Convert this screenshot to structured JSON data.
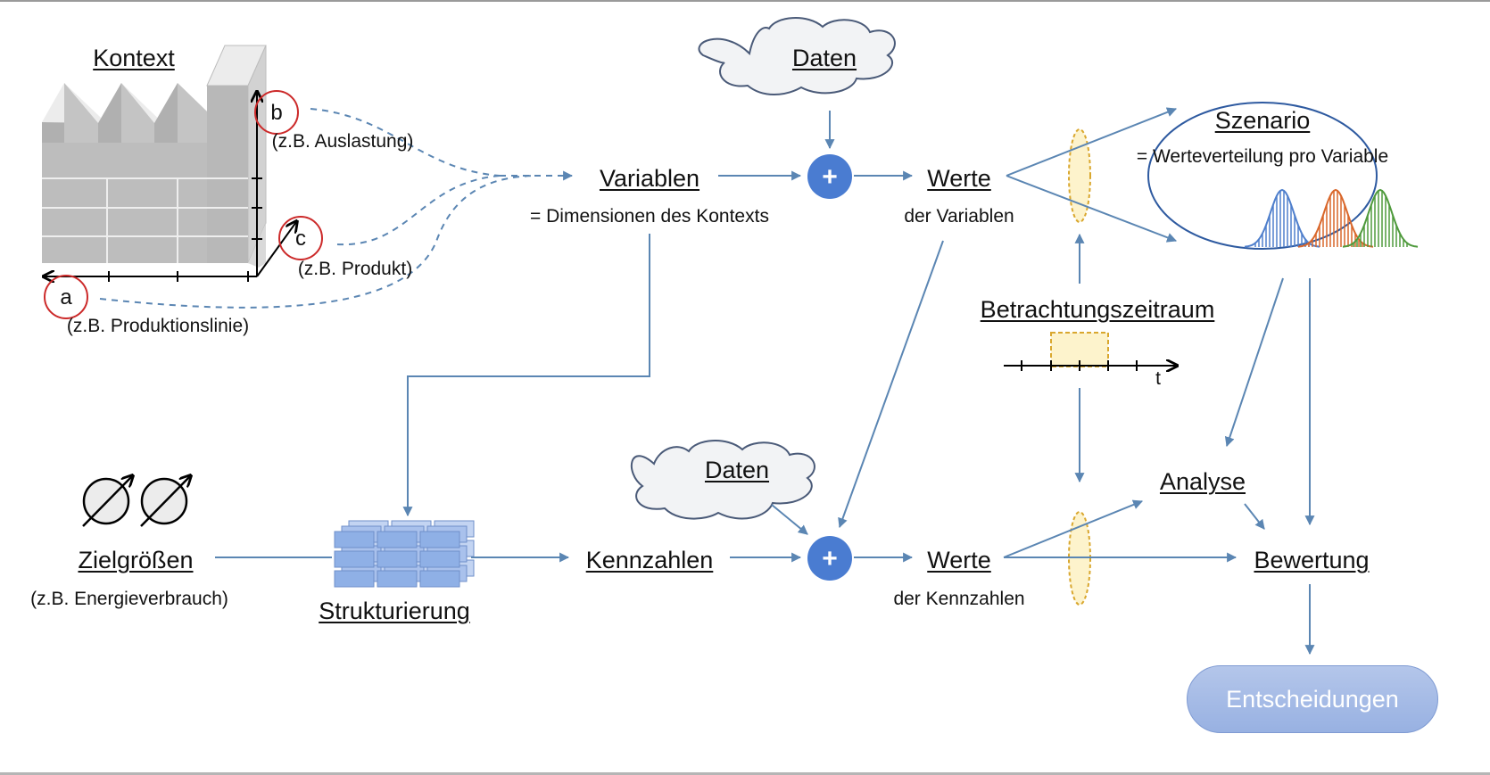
{
  "labels": {
    "kontext": "Kontext",
    "daten_top": "Daten",
    "variablen": "Variablen",
    "variablen_sub": "= Dimensionen des Kontexts",
    "werte_top": "Werte",
    "werte_top_sub": "der Variablen",
    "szenario": "Szenario",
    "szenario_sub": "= Werteverteilung pro Variable",
    "betrachtungszeitraum": "Betrachtungszeitraum",
    "time_axis": "t",
    "analyse": "Analyse",
    "daten_bottom": "Daten",
    "zielgroessen": "Zielgrößen",
    "zielgroessen_sub": "(z.B. Energieverbrauch)",
    "strukturierung": "Strukturierung",
    "kennzahlen": "Kennzahlen",
    "werte_bottom": "Werte",
    "werte_bottom_sub": "der Kennzahlen",
    "bewertung": "Bewertung",
    "entscheidungen": "Entscheidungen"
  },
  "axes": {
    "a": {
      "badge": "a",
      "caption": "(z.B. Produktionslinie)"
    },
    "b": {
      "badge": "b",
      "caption": "(z.B. Auslastung)"
    },
    "c": {
      "badge": "c",
      "caption": "(z.B.  Produkt)"
    }
  },
  "operators": {
    "plus_top": "+",
    "plus_bottom": "+"
  },
  "colors": {
    "arrow": "#5b86b3",
    "node_blue": "#4a7cd1",
    "ellipse_fill": "#fdf3cc",
    "ellipse_stroke": "#d9a72e",
    "badge_ring": "#cc2a2a",
    "dist_blue": "#4f7fcc",
    "dist_orange": "#d9672b",
    "dist_green": "#4f9a3c",
    "button": "#a7bde8"
  },
  "icons": [
    "factory-icon",
    "cloud-icon",
    "gauge-icon",
    "cube-grid-icon",
    "timeline-icon",
    "distribution-curve-icon"
  ]
}
